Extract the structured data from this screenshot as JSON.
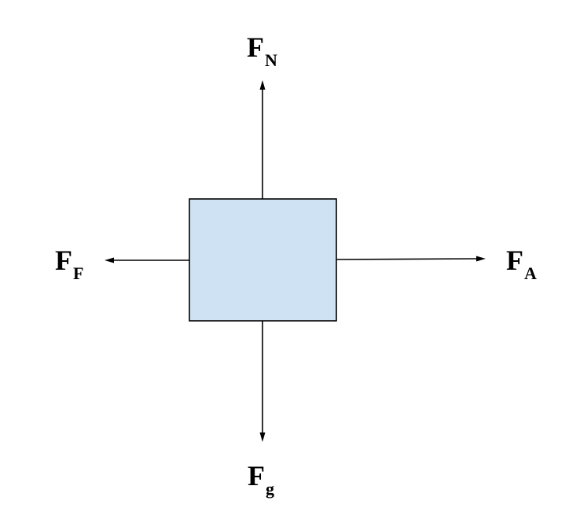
{
  "diagram": {
    "box_fill": "#cfe2f3",
    "stroke_color": "#000000",
    "forces": {
      "normal": {
        "symbol": "F",
        "subscript": "N",
        "direction": "up"
      },
      "gravity": {
        "symbol": "F",
        "subscript": "g",
        "direction": "down"
      },
      "friction": {
        "symbol": "F",
        "subscript": "F",
        "direction": "left"
      },
      "applied": {
        "symbol": "F",
        "subscript": "A",
        "direction": "right"
      }
    }
  }
}
